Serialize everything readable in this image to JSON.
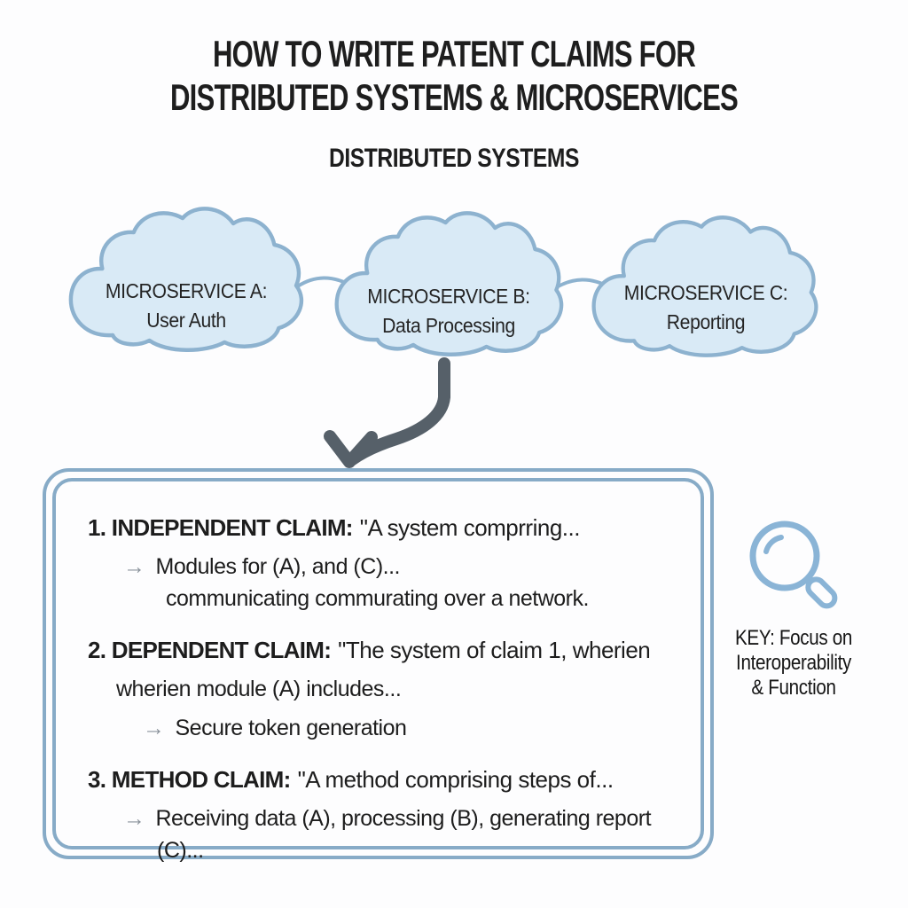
{
  "title": {
    "line1": "HOW TO WRITE PATENT CLAIMS FOR",
    "line2": "DISTRIBUTED SYSTEMS & MICROSERVICES"
  },
  "subtitle": "DISTRIBUTED SYSTEMS",
  "clouds": [
    {
      "name": "MICROSERVICE A:",
      "service": "User Auth"
    },
    {
      "name": "MICROSERVICE B:",
      "service": "Data Processing"
    },
    {
      "name": "MICROSERVICE C:",
      "service": "Reporting"
    }
  ],
  "claims": [
    {
      "label": "1. INDEPENDENT CLAIM:",
      "quote": "\"A system comprring...",
      "bullet": "Modules for (A), and (C)...",
      "bullet_cont": "communicating commurating over a network."
    },
    {
      "label": "2. DEPENDENT CLAIM:",
      "quote": "\"The system of claim 1, wherien",
      "quote_cont": "wherien module (A) includes...",
      "bullet": "Secure token generation"
    },
    {
      "label": "3. METHOD CLAIM:",
      "quote": "\"A method comprising steps of...",
      "bullet": "Receiving data (A), processing (B), generating report",
      "bullet_cont": "(C)..."
    }
  ],
  "key_note": {
    "line1": "KEY: Focus on",
    "line2": "Interoperability",
    "line3": "& Function"
  },
  "glyphs": {
    "bullet_arrow": "→",
    "key_icon": "magnifying-glass-icon"
  },
  "colors": {
    "cloud_fill": "#d9eaf6",
    "cloud_stroke": "#8db2cf",
    "box_border": "#87abc7",
    "flow_arrow": "#566069",
    "bullet_arrow": "#8b939c",
    "magnifier": "#8ab4d6",
    "text": "#1d1d1d"
  }
}
